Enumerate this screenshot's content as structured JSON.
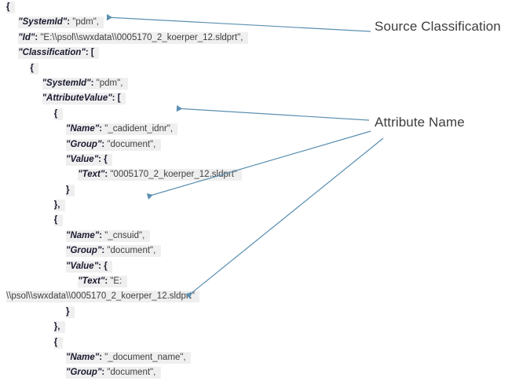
{
  "code": {
    "language": "json",
    "lines": [
      {
        "indent": 0,
        "tokens": [
          {
            "t": "brace",
            "s": "{"
          }
        ]
      },
      {
        "indent": 2,
        "tokens": [
          {
            "t": "k",
            "s": "\"SystemId\""
          },
          {
            "t": "p",
            "s": ":"
          },
          {
            "t": "v",
            "s": " \"pdm\","
          }
        ]
      },
      {
        "indent": 2,
        "tokens": [
          {
            "t": "k",
            "s": "\"Id\""
          },
          {
            "t": "p",
            "s": ":"
          },
          {
            "t": "v",
            "s": " \"E:\\\\psol\\\\swxdata\\\\0005170_2_koerper_12.sldprt\","
          }
        ]
      },
      {
        "indent": 2,
        "tokens": [
          {
            "t": "k",
            "s": "\"Classification\""
          },
          {
            "t": "p",
            "s": ": ["
          }
        ]
      },
      {
        "indent": 4,
        "tokens": [
          {
            "t": "brace",
            "s": "{"
          }
        ]
      },
      {
        "indent": 6,
        "tokens": [
          {
            "t": "k",
            "s": "\"SystemId\""
          },
          {
            "t": "p",
            "s": ":"
          },
          {
            "t": "v",
            "s": " \"pdm\","
          }
        ]
      },
      {
        "indent": 6,
        "tokens": [
          {
            "t": "k",
            "s": "\"AttributeValue\""
          },
          {
            "t": "p",
            "s": ": ["
          }
        ]
      },
      {
        "indent": 8,
        "tokens": [
          {
            "t": "brace",
            "s": "{"
          }
        ]
      },
      {
        "indent": 10,
        "tokens": [
          {
            "t": "k",
            "s": "\"Name\""
          },
          {
            "t": "p",
            "s": ":"
          },
          {
            "t": "v",
            "s": " \"_cadident_idnr\","
          }
        ]
      },
      {
        "indent": 10,
        "tokens": [
          {
            "t": "k",
            "s": "\"Group\""
          },
          {
            "t": "p",
            "s": ":"
          },
          {
            "t": "v",
            "s": " \"document\","
          }
        ]
      },
      {
        "indent": 10,
        "tokens": [
          {
            "t": "k",
            "s": "\"Value\""
          },
          {
            "t": "p",
            "s": ": {"
          }
        ]
      },
      {
        "indent": 12,
        "tokens": [
          {
            "t": "k",
            "s": "\"Text\""
          },
          {
            "t": "p",
            "s": ":"
          },
          {
            "t": "v",
            "s": " \"0005170_2_koerper_12.sldprt\""
          }
        ]
      },
      {
        "indent": 10,
        "tokens": [
          {
            "t": "brace",
            "s": "}"
          }
        ]
      },
      {
        "indent": 8,
        "tokens": [
          {
            "t": "brace",
            "s": "},"
          }
        ]
      },
      {
        "indent": 8,
        "tokens": [
          {
            "t": "brace",
            "s": "{"
          }
        ]
      },
      {
        "indent": 10,
        "tokens": [
          {
            "t": "k",
            "s": "\"Name\""
          },
          {
            "t": "p",
            "s": ":"
          },
          {
            "t": "v",
            "s": " \"_cnsuid\","
          }
        ]
      },
      {
        "indent": 10,
        "tokens": [
          {
            "t": "k",
            "s": "\"Group\""
          },
          {
            "t": "p",
            "s": ":"
          },
          {
            "t": "v",
            "s": " \"document\","
          }
        ]
      },
      {
        "indent": 10,
        "tokens": [
          {
            "t": "k",
            "s": "\"Value\""
          },
          {
            "t": "p",
            "s": ": {"
          }
        ]
      },
      {
        "indent": 12,
        "tokens": [
          {
            "t": "k",
            "s": "\"Text\""
          },
          {
            "t": "p",
            "s": ":"
          },
          {
            "t": "v",
            "s": " \"E:"
          }
        ]
      },
      {
        "indent": 0,
        "tokens": [
          {
            "t": "v",
            "s": "\\\\psol\\\\swxdata\\\\0005170_2_koerper_12.sldprt\""
          }
        ]
      },
      {
        "indent": 10,
        "tokens": [
          {
            "t": "brace",
            "s": "}"
          }
        ]
      },
      {
        "indent": 8,
        "tokens": [
          {
            "t": "brace",
            "s": "},"
          }
        ]
      },
      {
        "indent": 8,
        "tokens": [
          {
            "t": "brace",
            "s": "{"
          }
        ]
      },
      {
        "indent": 10,
        "tokens": [
          {
            "t": "k",
            "s": "\"Name\""
          },
          {
            "t": "p",
            "s": ":"
          },
          {
            "t": "v",
            "s": " \"_document_name\","
          }
        ]
      },
      {
        "indent": 10,
        "tokens": [
          {
            "t": "k",
            "s": "\"Group\""
          },
          {
            "t": "p",
            "s": ":"
          },
          {
            "t": "v",
            "s": " \"document\","
          }
        ]
      }
    ]
  },
  "annotations": {
    "source_classification": {
      "label": "Source Classification",
      "target_text": "\"SystemId\": \"pdm\","
    },
    "attribute_name": {
      "label": "Attribute Name",
      "target_texts": [
        "\"Name\": \"_cadident_idnr\",",
        "\"Name\": \"_cnsuid\",",
        "\"Name\": \"_document_name\","
      ]
    }
  },
  "colors": {
    "leader_line": "#5b8fb0",
    "code_highlight": "#efeff0",
    "key_text": "#1a1a2e",
    "value_text": "#3f3f3f",
    "label_text": "#3d3d3d",
    "background": "#ffffff"
  }
}
